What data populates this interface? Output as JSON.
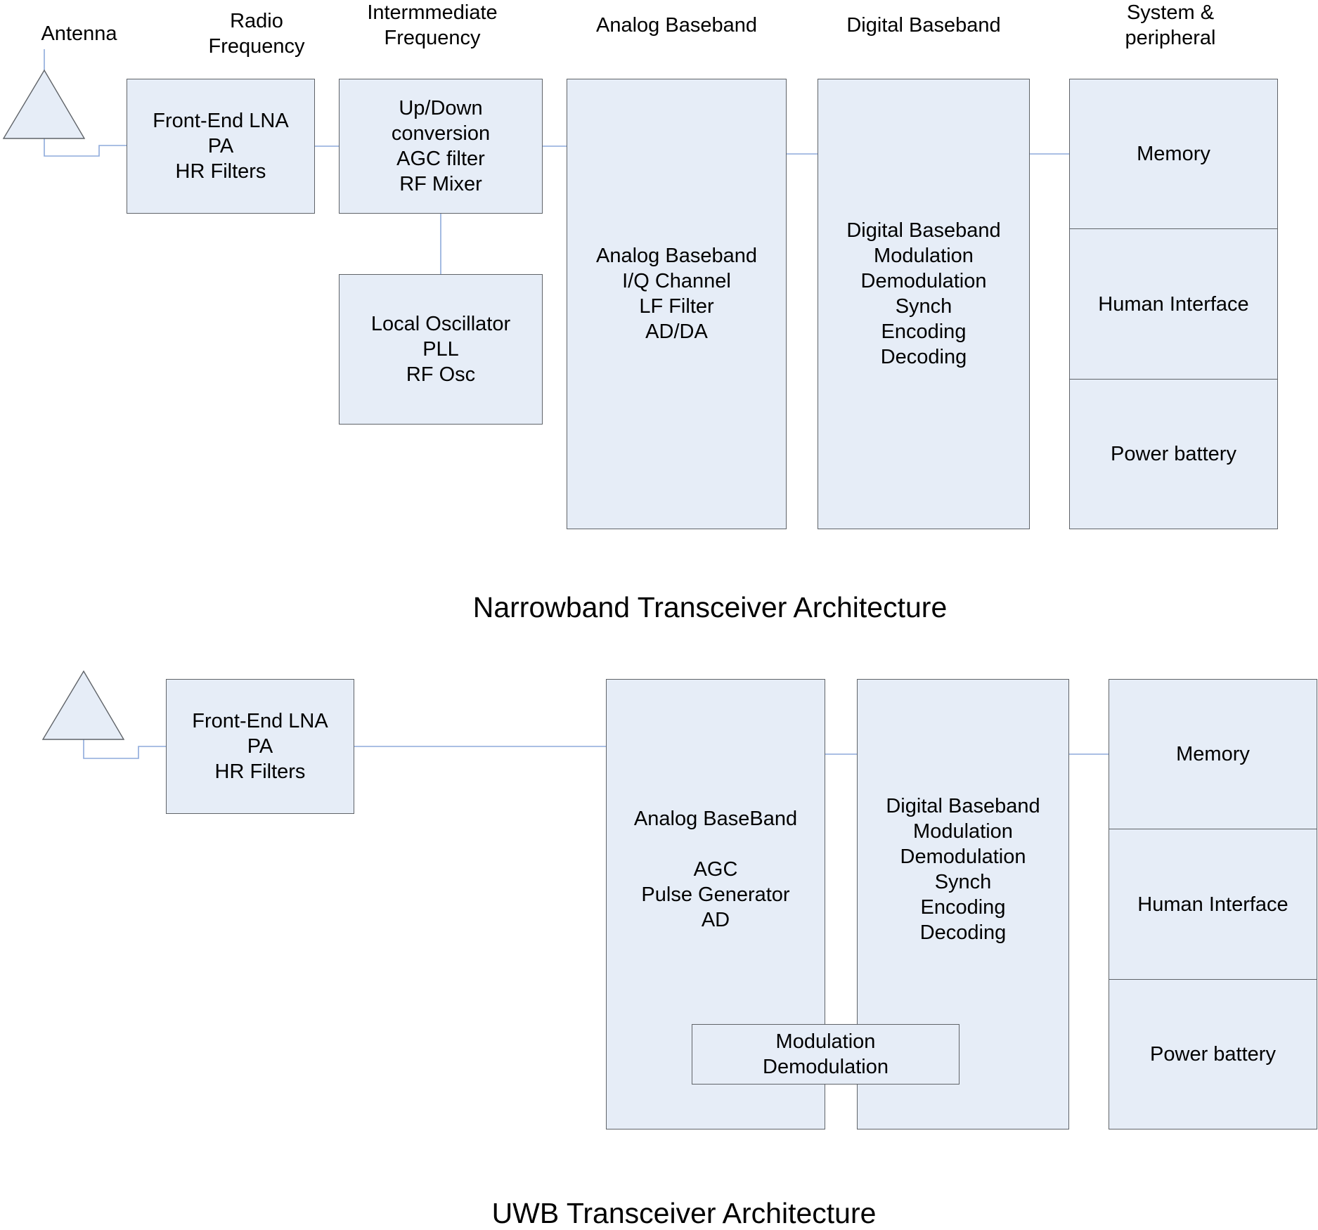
{
  "narrowband": {
    "headers": {
      "antenna": "Antenna",
      "radio_frequency": "Radio\nFrequency",
      "intermediate_frequency": "Intermmediate\nFrequency",
      "analog_baseband": "Analog Baseband",
      "digital_baseband": "Digital Baseband",
      "system_peripheral": "System &\nperipheral"
    },
    "boxes": {
      "front_end": "Front-End LNA\nPA\nHR Filters",
      "updown": "Up/Down\nconversion\nAGC filter\nRF Mixer",
      "local_osc": "Local Oscillator\nPLL\nRF Osc",
      "analog": "Analog Baseband\nI/Q Channel\nLF Filter\nAD/DA",
      "digital": "Digital Baseband\nModulation\nDemodulation\nSynch\nEncoding\nDecoding",
      "memory": "Memory",
      "human_interface": "Human Interface",
      "power_battery": "Power battery"
    },
    "title": "Narrowband Transceiver Architecture"
  },
  "uwb": {
    "boxes": {
      "front_end": "Front-End LNA\nPA\nHR Filters",
      "analog": "Analog BaseBand\n\nAGC\nPulse Generator\nAD",
      "digital": "Digital Baseband\nModulation\nDemodulation\nSynch\nEncoding\nDecoding",
      "modulation": "Modulation\nDemodulation",
      "memory": "Memory",
      "human_interface": "Human Interface",
      "power_battery": "Power battery"
    },
    "title": "UWB Transceiver Architecture"
  },
  "colors": {
    "box_fill": "#e6edf7",
    "box_border": "#5f6368",
    "connector": "#8eaadb"
  }
}
